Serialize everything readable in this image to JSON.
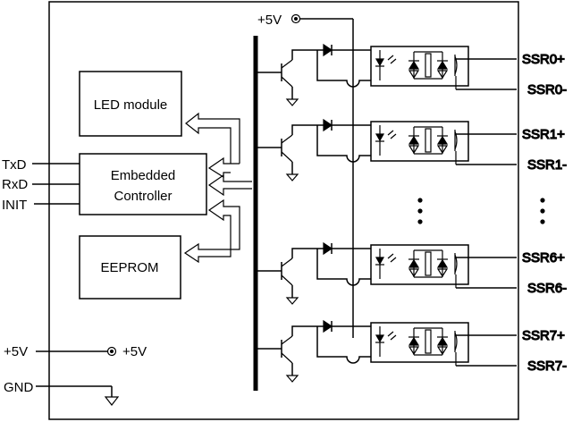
{
  "power": {
    "top_label": "+5V",
    "left_label": "+5V",
    "mid_label": "+5V",
    "gnd_label": "GND"
  },
  "signals": {
    "txd": "TxD",
    "rxd": "RxD",
    "init": "INIT"
  },
  "blocks": {
    "led_module": "LED module",
    "controller_line1": "Embedded",
    "controller_line2": "Controller",
    "eeprom": "EEPROM"
  },
  "outputs": [
    {
      "plus": "SSR0+",
      "minus": "SSR0-"
    },
    {
      "plus": "SSR1+",
      "minus": "SSR1-"
    },
    {
      "plus": "SSR6+",
      "minus": "SSR6-"
    },
    {
      "plus": "SSR7+",
      "minus": "SSR7-"
    }
  ],
  "ellipsis": "⋮"
}
